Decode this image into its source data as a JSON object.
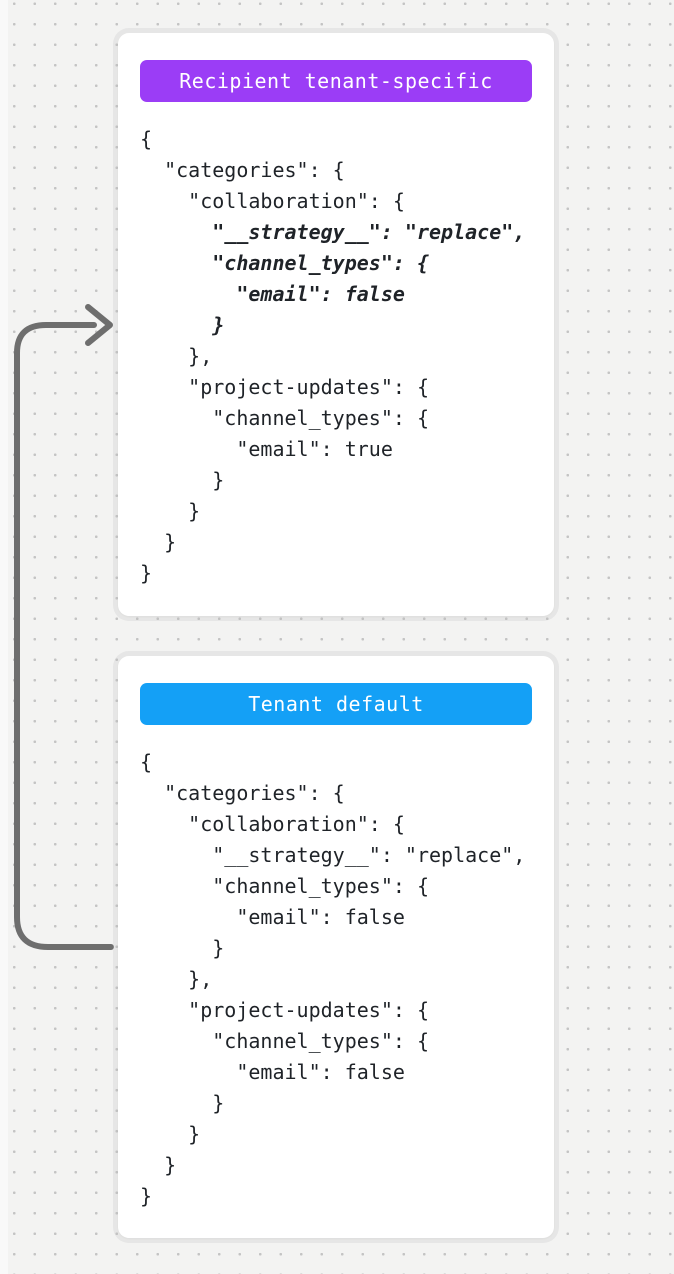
{
  "page": {
    "background_color": "#f3f3f2",
    "dot_color": "#c4c4c4",
    "code_text_color": "#1f2328"
  },
  "arrow": {
    "icon": "curved-arrow-up-right-icon",
    "color": "#6e6e6e"
  },
  "cards": [
    {
      "id": "recipient-tenant-specific",
      "badge": {
        "label": "Recipient tenant-specific",
        "background": "#9b3df6",
        "text_color": "#ffffff"
      },
      "code_lines": [
        {
          "text": "{",
          "css": "code-line"
        },
        {
          "text": "  \"categories\": {",
          "css": "code-line"
        },
        {
          "text": "    \"collaboration\": {",
          "css": "code-line"
        },
        {
          "text": "      \"__strategy__\": \"replace\",",
          "css": "code-line em"
        },
        {
          "text": "      \"channel_types\": {",
          "css": "code-line em"
        },
        {
          "text": "        \"email\": false",
          "css": "code-line em"
        },
        {
          "text": "      }",
          "css": "code-line em"
        },
        {
          "text": "    },",
          "css": "code-line"
        },
        {
          "text": "    \"project-updates\": {",
          "css": "code-line"
        },
        {
          "text": "      \"channel_types\": {",
          "css": "code-line"
        },
        {
          "text": "        \"email\": true",
          "css": "code-line"
        },
        {
          "text": "      }",
          "css": "code-line"
        },
        {
          "text": "    }",
          "css": "code-line"
        },
        {
          "text": "  }",
          "css": "code-line"
        },
        {
          "text": "}",
          "css": "code-line"
        }
      ]
    },
    {
      "id": "tenant-default",
      "badge": {
        "label": "Tenant default",
        "background": "#14a0f6",
        "text_color": "#ffffff"
      },
      "code_lines": [
        {
          "text": "{",
          "css": "code-line"
        },
        {
          "text": "  \"categories\": {",
          "css": "code-line"
        },
        {
          "text": "    \"collaboration\": {",
          "css": "code-line"
        },
        {
          "text": "      \"__strategy__\": \"replace\",",
          "css": "code-line"
        },
        {
          "text": "      \"channel_types\": {",
          "css": "code-line"
        },
        {
          "text": "        \"email\": false",
          "css": "code-line"
        },
        {
          "text": "      }",
          "css": "code-line"
        },
        {
          "text": "    },",
          "css": "code-line"
        },
        {
          "text": "    \"project-updates\": {",
          "css": "code-line"
        },
        {
          "text": "      \"channel_types\": {",
          "css": "code-line"
        },
        {
          "text": "        \"email\": false",
          "css": "code-line"
        },
        {
          "text": "      }",
          "css": "code-line"
        },
        {
          "text": "    }",
          "css": "code-line"
        },
        {
          "text": "  }",
          "css": "code-line"
        },
        {
          "text": "}",
          "css": "code-line"
        }
      ]
    }
  ]
}
